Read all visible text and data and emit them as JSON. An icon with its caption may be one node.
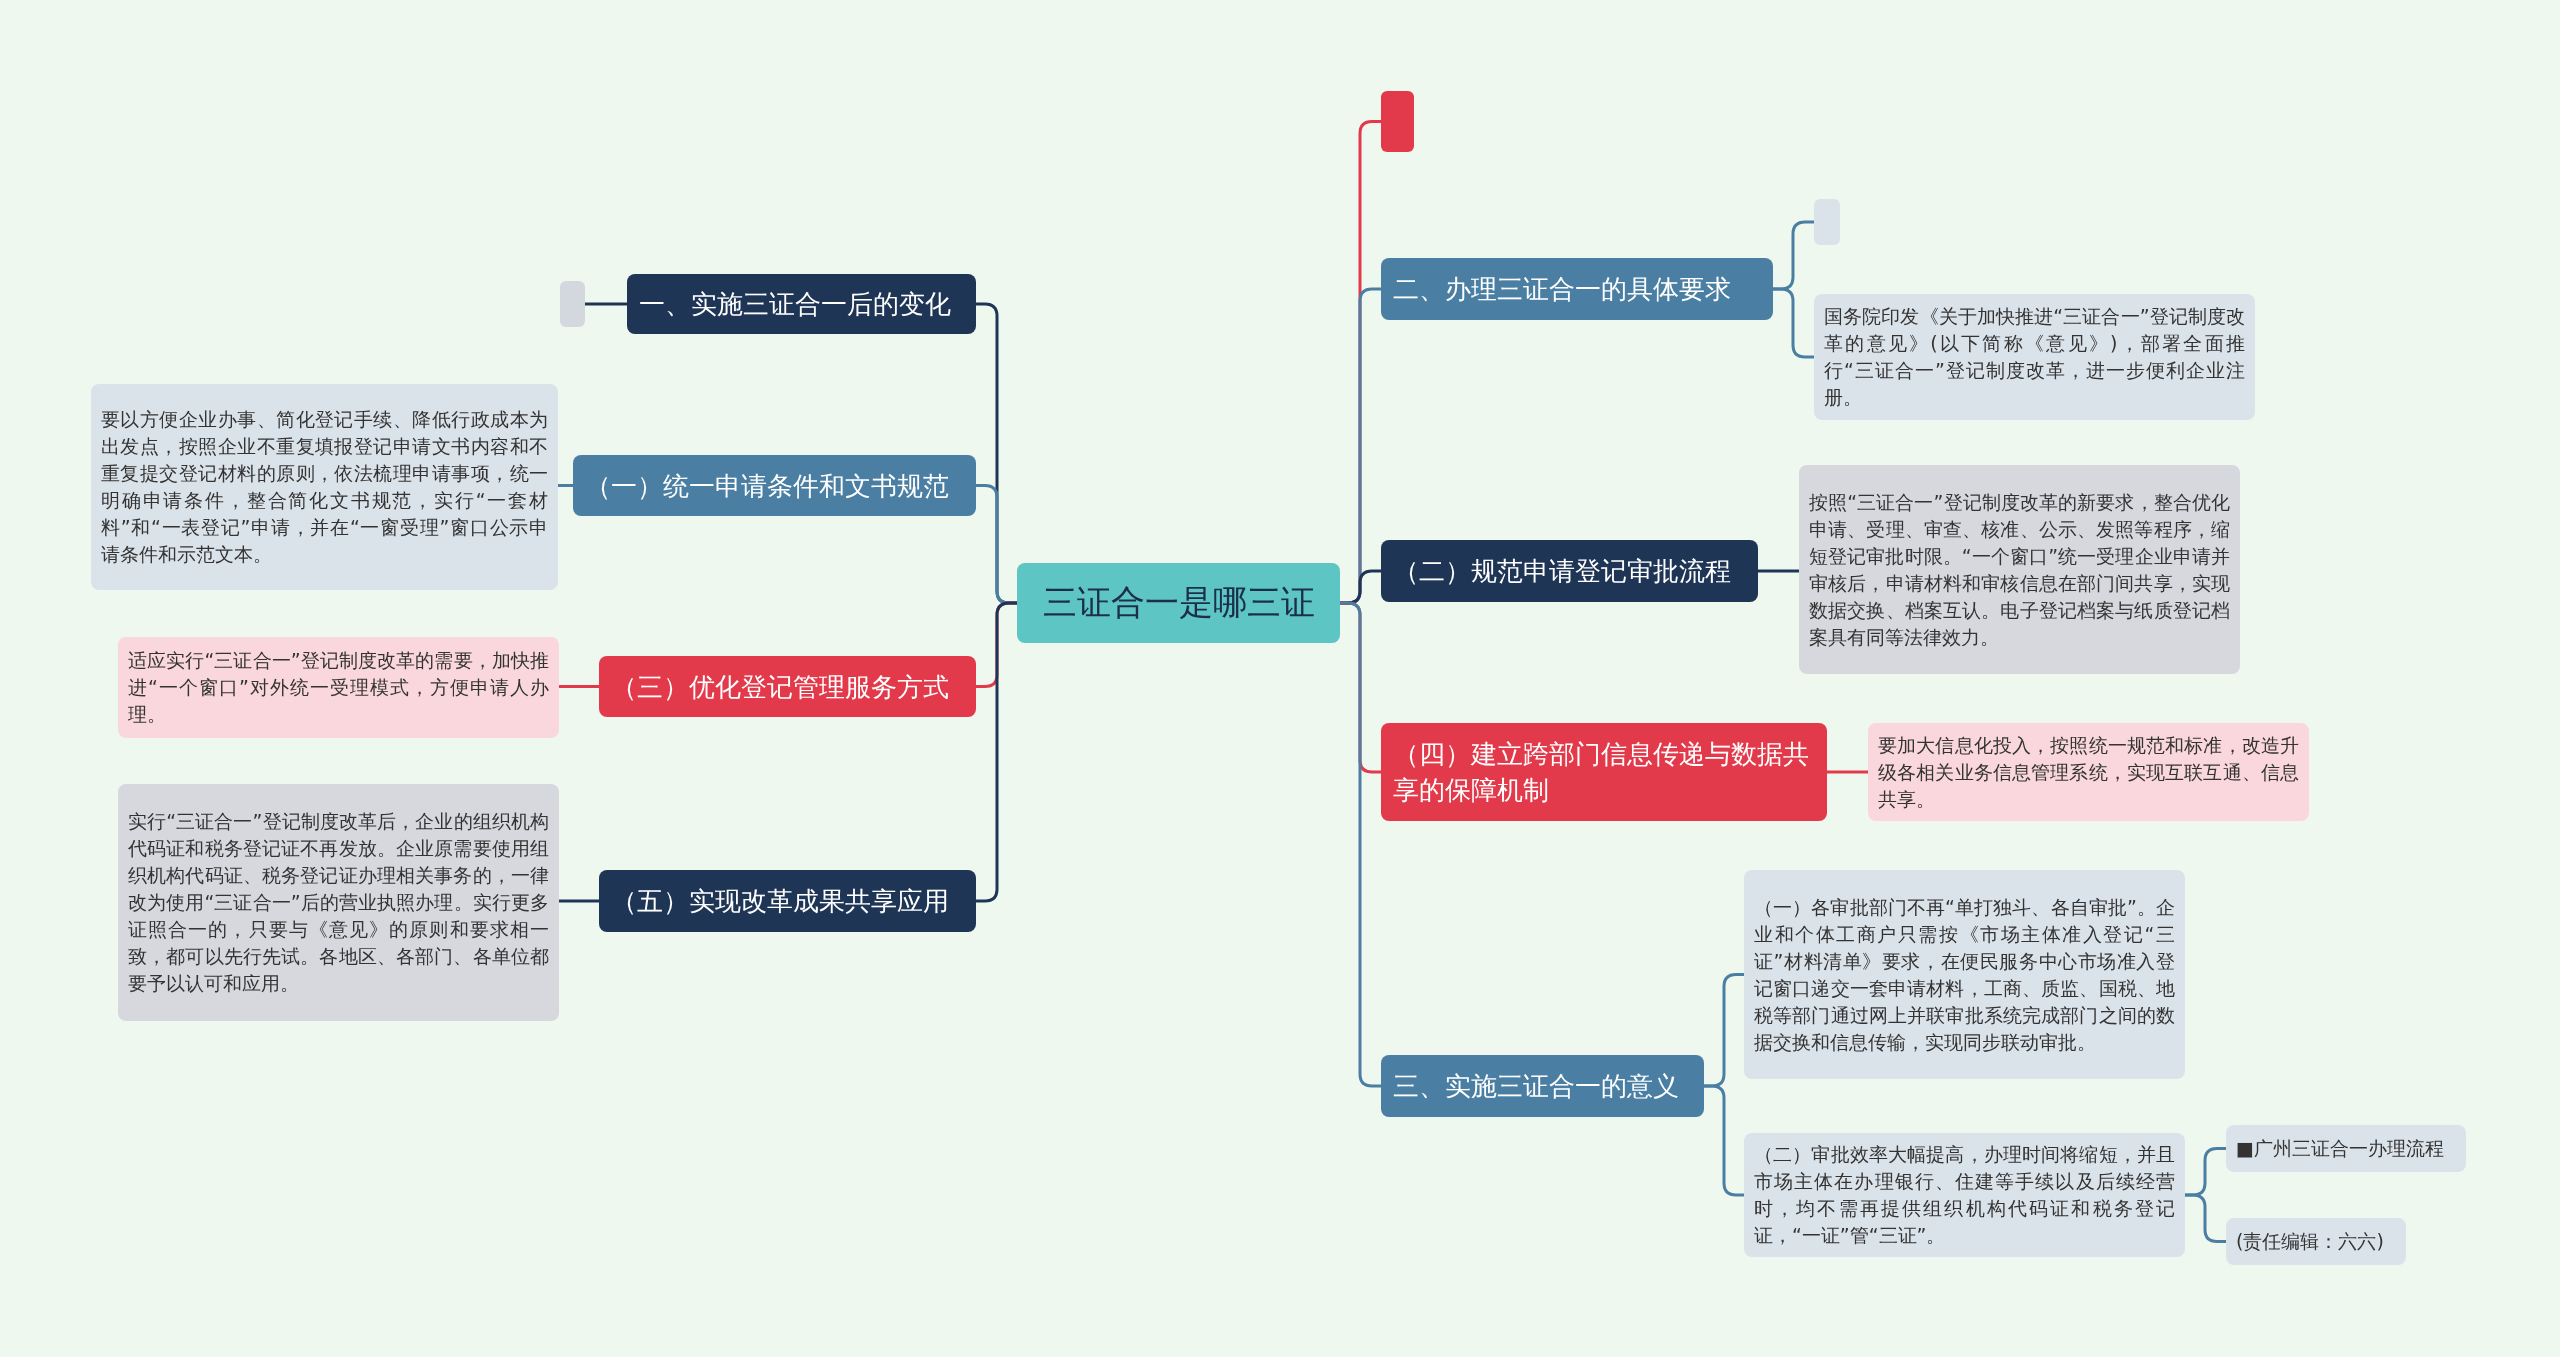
{
  "diagram": {
    "nodes": [
      {
        "text": [
          "三证合一是哪三证"
        ]
      },
      {
        "text": [
          "一、实施三证合一后的变化"
        ]
      },
      {
        "text": [],
        "shape": "box"
      },
      {
        "text": [
          "（一）统一申请条件和文书规范"
        ]
      },
      {
        "text": [
          "要以方便企业办事、简化登记手续、降低行政成本为出发点，按照企业不重复填报登记申请文书内容和不重复提交登记材料的原则，依法梳理申请事项，统一明确申请条件，整合简化文书规范，实行“一套材料”和“一表登记”申请，并在“一窗受理”窗口公示申请条件和示范文本。"
        ]
      },
      {
        "text": [
          "（三）优化登记管理服务方式"
        ]
      },
      {
        "text": [
          "适应实行“三证合一”登记制度改革的需要，加快推进“一个窗口”对外统一受理模式，方便申请人办理。"
        ]
      },
      {
        "text": [
          "（五）实现改革成果共享应用"
        ]
      },
      {
        "text": [
          "实行“三证合一”登记制度改革后，企业的组织机构代码证和税务登记证不再发放。企业原需要使用组织机构代码证、税务登记证办理相关事务的，一律改为使用“三证合一”后的营业执照办理。实行更多证照合一的，只要与《意见》的原则和要求相一致，都可以先行先试。各地区、各部门、各单位都要予以认可和应用。"
        ]
      },
      {
        "text": [],
        "shape": "box"
      },
      {
        "text": [
          "二、办理三证合一的具体要求"
        ]
      },
      {
        "text": [],
        "shape": "box"
      },
      {
        "text": [
          "国务院印发《关于加快推进“三证合一”登记制度改革的意见》(以下简称《意见》)，部署全面推行“三证合一”登记制度改革，进一步便利企业注册。"
        ]
      },
      {
        "text": [
          "（二）规范申请登记审批流程"
        ]
      },
      {
        "text": [
          "按照“三证合一”登记制度改革的新要求，整合优化申请、受理、审查、核准、公示、发照等程序，缩短登记审批时限。“一个窗口”统一受理企业申请并审核后，申请材料和审核信息在部门间共享，实现数据交换、档案互认。电子登记档案与纸质登记档案具有同等法律效力。"
        ]
      },
      {
        "text": [
          "（四）建立跨部门信息传递与数据共享的保障机制"
        ]
      },
      {
        "text": [
          "要加大信息化投入，按照统一规范和标准，改造升级各相关业务信息管理系统，实现互联互通、信息共享。"
        ]
      },
      {
        "text": [
          "三、实施三证合一的意义"
        ]
      },
      {
        "text": [
          "（一）各审批部门不再“单打独斗、各自审批”。企业和个体工商户只需按《市场主体准入登记“三证”材料清单》要求，在便民服务中心市场准入登记窗口递交一套申请材料，工商、质监、国税、地税等部门通过网上并联审批系统完成部门之间的数据交换和信息传输，实现同步联动审批。"
        ]
      },
      {
        "text": [
          "（二）审批效率大幅提高，办理时间将缩短，并且市场主体在办理银行、住建等手续以及后续经营时，均不需再提供组织机构代码证和税务登记证，“一证”管“三证”。"
        ]
      },
      {
        "text": [
          "■广州三证合一办理流程"
        ]
      },
      {
        "text": [
          "(责任编辑：六六)"
        ]
      }
    ],
    "edges": [
      {
        "from": 0,
        "to": 1,
        "arrow": "none",
        "color": "#1e3556"
      },
      {
        "from": 1,
        "to": 2,
        "arrow": "none",
        "color": "#1e3556"
      },
      {
        "from": 0,
        "to": 3,
        "arrow": "none"
      },
      {
        "from": 3,
        "to": 4,
        "arrow": "none"
      },
      {
        "from": 0,
        "to": 5,
        "arrow": "none",
        "color": "#e23a4a"
      },
      {
        "from": 5,
        "to": 6,
        "arrow": "none",
        "color": "#e23a4a"
      },
      {
        "from": 0,
        "to": 7,
        "arrow": "none",
        "color": "#1e3556"
      },
      {
        "from": 7,
        "to": 8,
        "arrow": "none",
        "color": "#1e3556"
      },
      {
        "from": 0,
        "to": 9,
        "arrow": "none",
        "color": "#e23a4a"
      },
      {
        "from": 0,
        "to": 10,
        "arrow": "none"
      },
      {
        "from": 10,
        "to": 11,
        "arrow": "none"
      },
      {
        "from": 10,
        "to": 12,
        "arrow": "none"
      },
      {
        "from": 0,
        "to": 13,
        "arrow": "none",
        "color": "#1e3556"
      },
      {
        "from": 13,
        "to": 14,
        "arrow": "none",
        "color": "#1e3556"
      },
      {
        "from": 0,
        "to": 15,
        "arrow": "none",
        "color": "#e23a4a"
      },
      {
        "from": 15,
        "to": 16,
        "arrow": "none",
        "color": "#e23a4a"
      },
      {
        "from": 0,
        "to": 17,
        "arrow": "none"
      },
      {
        "from": 17,
        "to": 18,
        "arrow": "none"
      },
      {
        "from": 17,
        "to": 19,
        "arrow": "none"
      },
      {
        "from": 19,
        "to": 20,
        "arrow": "none"
      },
      {
        "from": 19,
        "to": 21,
        "arrow": "none"
      }
    ]
  }
}
